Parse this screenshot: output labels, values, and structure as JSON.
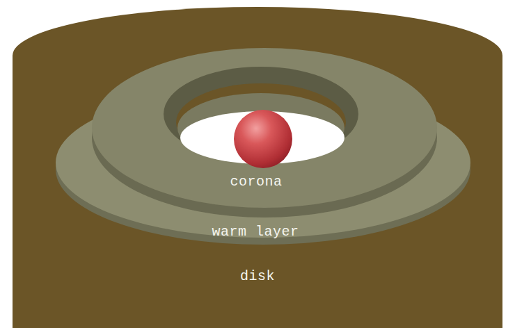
{
  "diagram": {
    "labels": [
      "corona",
      "warm layer",
      "disk"
    ]
  }
}
